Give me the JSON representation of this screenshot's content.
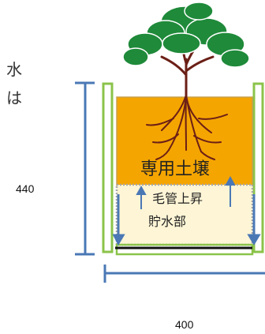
{
  "left_text": {
    "line1": "水",
    "line2": "は"
  },
  "dimensions": {
    "height_label": "440",
    "width_label": "400"
  },
  "zones": {
    "soil": "専用土壌",
    "capillary": "毛管上昇",
    "reservoir": "貯水部"
  },
  "colors": {
    "pot_frame": "#8bc34a",
    "soil": "#f5a500",
    "soil_border": "#c8a04a",
    "reservoir": "#fdf5d6",
    "reservoir_border": "#a8a8a8",
    "arrows": "#4a78b5",
    "dimension_lines": "#4a78b5",
    "tree_foliage": "#1f8a3a",
    "tree_trunk": "#6b1f16",
    "base": "#111111"
  }
}
